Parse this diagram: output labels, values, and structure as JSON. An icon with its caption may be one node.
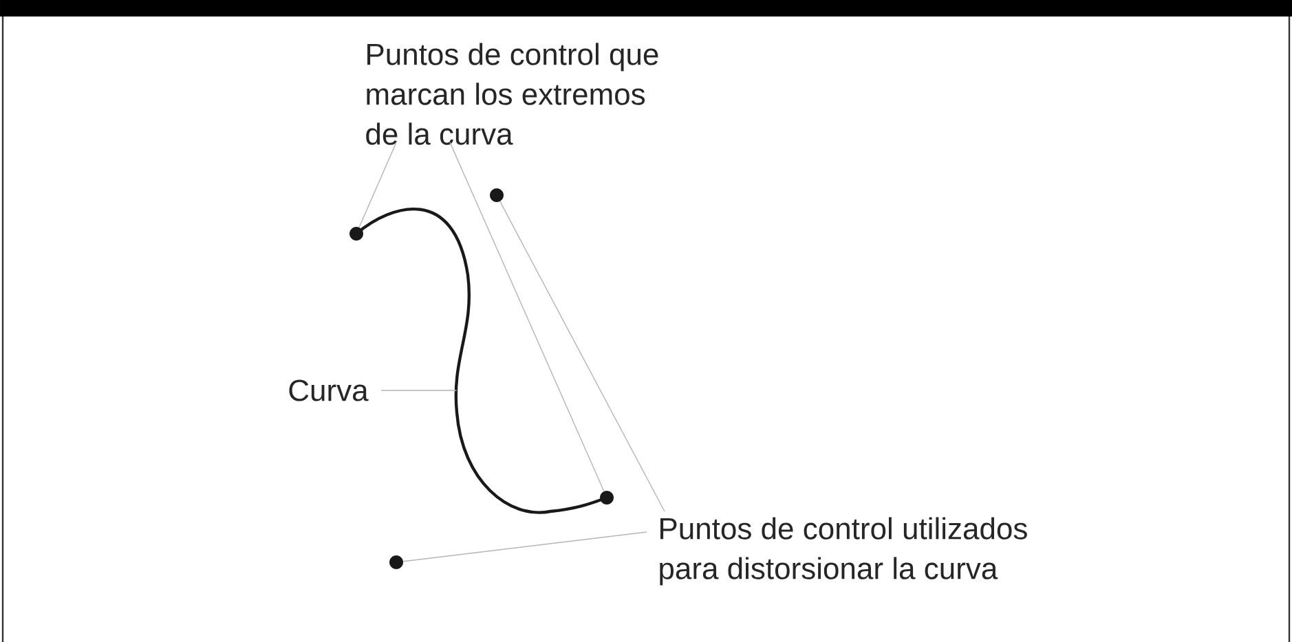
{
  "diagram": {
    "nodes": [
      {
        "text": [
          "Puntos de control que marcan los extremos de la curva"
        ]
      },
      {
        "text": [
          "Curva"
        ]
      },
      {
        "text": [
          "Puntos de control utilizados para distorsionar la curva"
        ]
      },
      {
        "text": [],
        "shape": "circle"
      },
      {
        "text": [],
        "shape": "circle"
      },
      {
        "text": [],
        "shape": "circle"
      },
      {
        "text": [],
        "shape": "circle"
      },
      {
        "text": [],
        "shape": "curve"
      }
    ],
    "edges": [
      {
        "from": 0,
        "to": 3,
        "arrow": "none"
      },
      {
        "from": 0,
        "to": 4,
        "arrow": "none"
      },
      {
        "from": 1,
        "to": 7,
        "arrow": "none"
      },
      {
        "from": 2,
        "to": 5,
        "arrow": "none"
      },
      {
        "from": 2,
        "to": 6,
        "arrow": "none"
      }
    ]
  }
}
